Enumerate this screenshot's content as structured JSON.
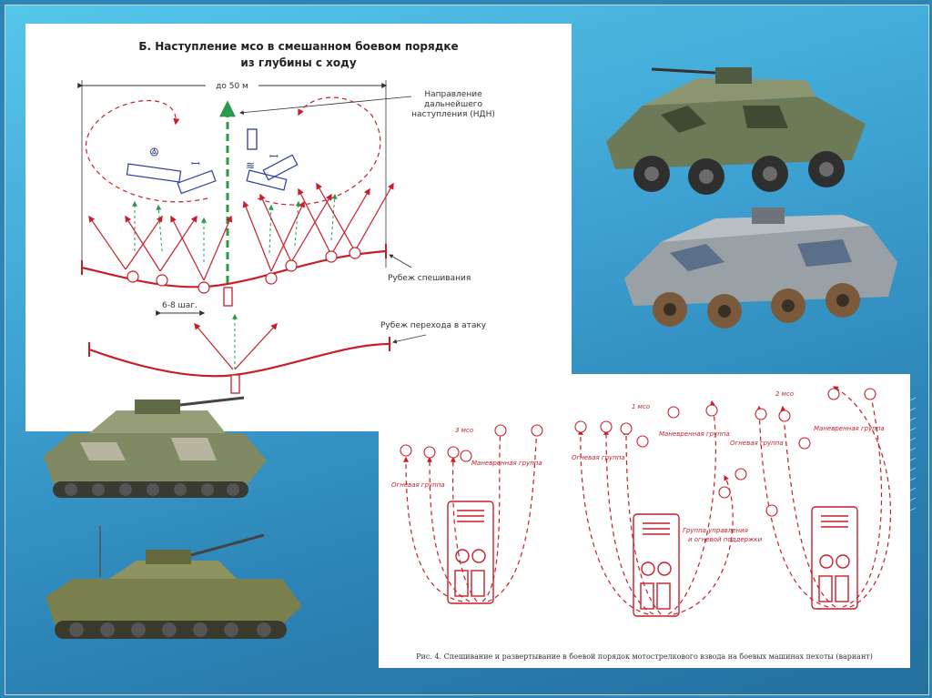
{
  "diagram_top": {
    "title_line1": "Б. Наступление мсо в смешанном боевом порядке",
    "title_line2": "из глубины с ходу",
    "distance_label": "до 50 м",
    "direction_label_line1": "Направление",
    "direction_label_line2": "дальнейшего",
    "direction_label_line3": "наступления (НДН)",
    "dismount_line_label": "Рубеж спешивания",
    "attack_line_label": "Рубеж перехода в атаку",
    "spacing_label": "6-8 шаг."
  },
  "diagram_bottom": {
    "caption": "Рис. 4. Спешивание и развертывание в боевой порядок мотострелкового взвода на боевых машинах пехоты (вариант)",
    "labels": {
      "squad3": "3 мсо",
      "squad1": "1 мсо",
      "squad2": "2 мсо",
      "fire_group_a": "Огневая группа",
      "maneuver_group_a": "Маневренная группа",
      "fire_group_b": "Огневая группа",
      "maneuver_group_b": "Маневренная группа",
      "fire_group_c": "Огневая группа",
      "maneuver_group_c": "Маневренная группа",
      "control_group_line1": "Группа управления",
      "control_group_line2": "и огневой поддержки"
    }
  },
  "colors": {
    "diagram_red": "#c81e2a",
    "direction_green": "#2a9a4a",
    "slide_blue": "#3ea3d3"
  }
}
